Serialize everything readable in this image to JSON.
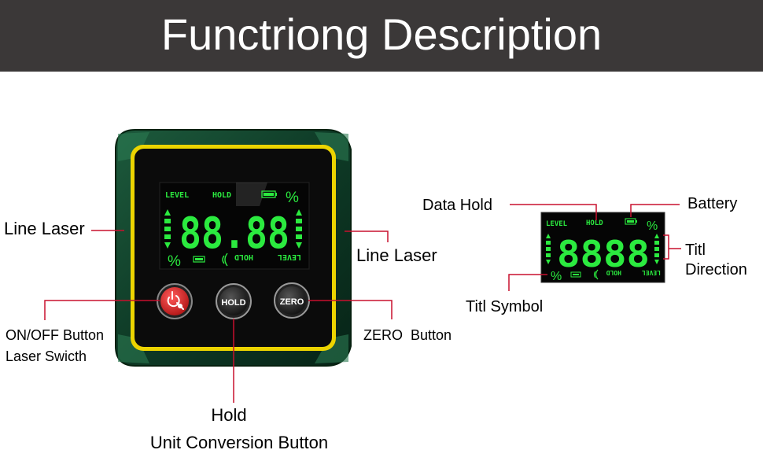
{
  "header": {
    "title": "Functriong Description"
  },
  "device": {
    "lcd": {
      "level": "LEVEL",
      "hold": "HOLD",
      "digits": "88.88",
      "percent": "%",
      "level_inverted": "LEVEL",
      "hold_inverted": "HOLD"
    },
    "buttons": {
      "power_icon": "power-laser-icon",
      "hold": "HOLD",
      "zero": "ZERO"
    }
  },
  "callouts": {
    "line_laser_left": "Line Laser",
    "line_laser_right": "Line Laser",
    "on_off_line1": "ON/OFF Button",
    "on_off_line2": "Laser Swicth",
    "zero_button": "ZERO  Button",
    "hold_line1": "Hold",
    "hold_line2": "Unit Conversion Button",
    "data_hold": "Data Hold",
    "battery": "Battery",
    "titl_direction_line1": "Titl",
    "titl_direction_line2": "Direction",
    "titl_symbol": "Titl Symbol"
  },
  "display_detail": {
    "level": "LEVEL",
    "hold": "HOLD",
    "digits": "8888",
    "percent": "%",
    "level_inverted": "LEVEL",
    "hold_inverted": "HOLD"
  },
  "colors": {
    "header": "#3b3838",
    "shell": "#0f3d28",
    "bezel": "#ecd400",
    "lcd_green": "#2bea3f",
    "leader": "#c8102e",
    "power_button": "#d42a2a"
  }
}
